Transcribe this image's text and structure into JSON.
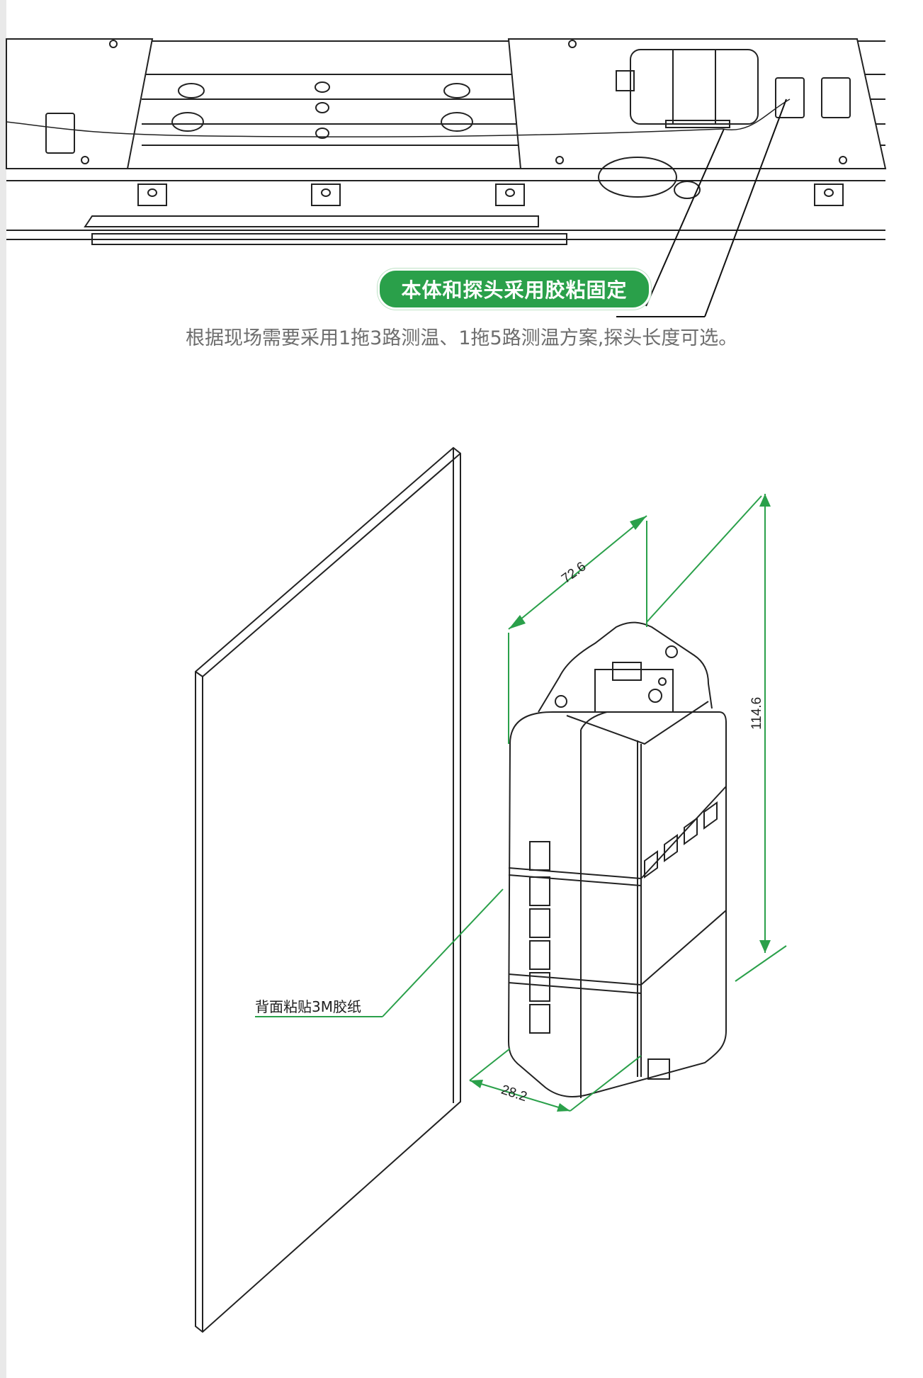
{
  "colors": {
    "accent_green": "#2aa04a",
    "caption_gray": "#6d6d6d",
    "line_dark": "#222222",
    "margin_gray": "#e9e9e9"
  },
  "top_section": {
    "badge_text": "本体和探头采用胶粘固定",
    "caption": "根据现场需要采用1拖3路测温、1拖5路测温方案,探头长度可选。"
  },
  "bottom_section": {
    "dimensions": {
      "width": "72.6",
      "height": "114.6",
      "depth": "28.2"
    },
    "tape_label": "背面粘贴3M胶纸"
  }
}
